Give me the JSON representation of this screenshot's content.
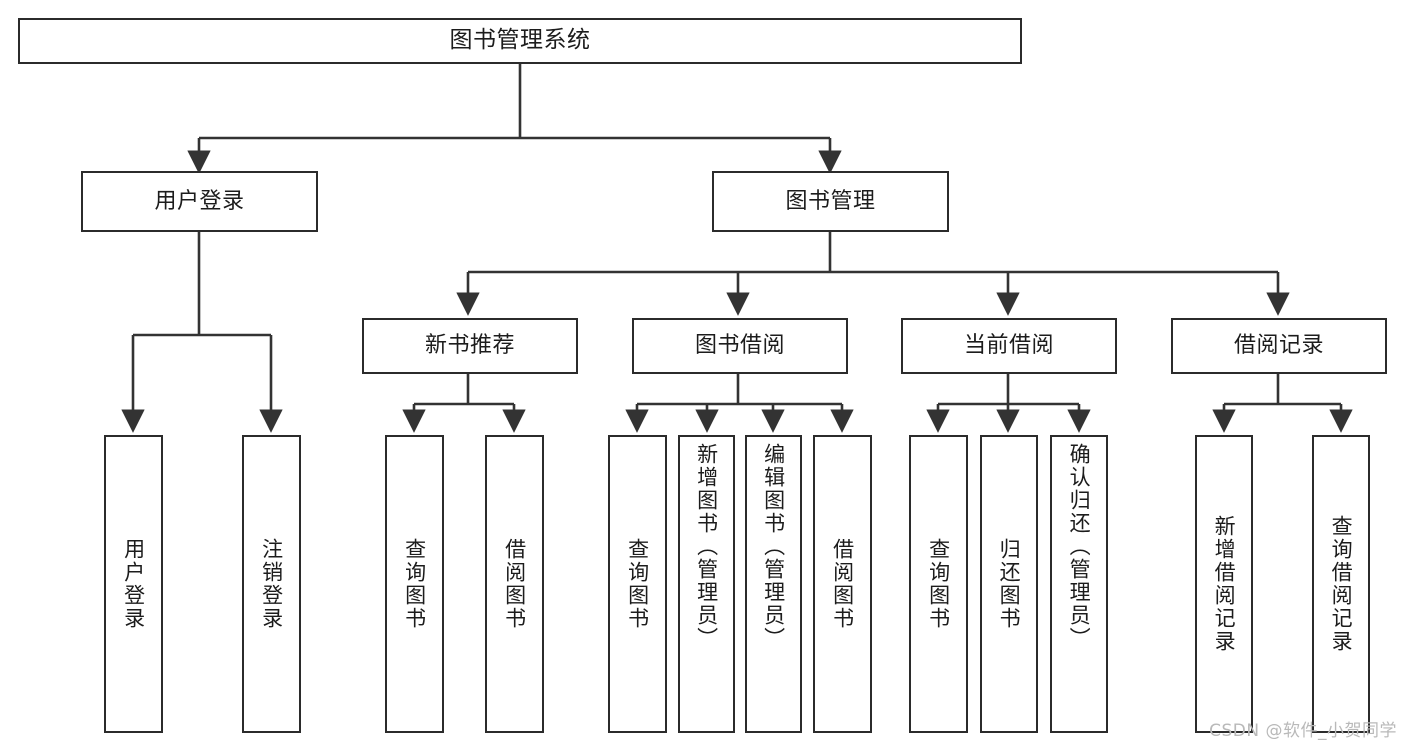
{
  "diagram": {
    "title": "图书管理系统",
    "watermark": "CSDN @软件_小贺同学",
    "colors": {
      "box_border": "#2b2b2b",
      "box_fill": "#ffffff",
      "connector": "#333333",
      "text": "#1c1c1c",
      "watermark": "#b9b9b9",
      "background": "#ffffff"
    },
    "levels": {
      "root": {
        "label": "图书管理系统"
      },
      "level2": [
        {
          "id": "user-login",
          "label": "用户登录"
        },
        {
          "id": "book-management",
          "label": "图书管理"
        }
      ],
      "level3": [
        {
          "id": "new-book-recommend",
          "label": "新书推荐"
        },
        {
          "id": "book-borrow",
          "label": "图书借阅"
        },
        {
          "id": "current-borrow",
          "label": "当前借阅"
        },
        {
          "id": "borrow-record",
          "label": "借阅记录"
        }
      ],
      "leaves": {
        "user_login": [
          {
            "id": "leaf-user-login",
            "label": "用户登录"
          },
          {
            "id": "leaf-logout-login",
            "label": "注销登录"
          }
        ],
        "new_book_recommend": [
          {
            "id": "leaf-query-book-1",
            "label": "查询图书"
          },
          {
            "id": "leaf-borrow-book-1",
            "label": "借阅图书"
          }
        ],
        "book_borrow": [
          {
            "id": "leaf-query-book-2",
            "label": "查询图书"
          },
          {
            "id": "leaf-add-book",
            "label": "新增图书（管理员）"
          },
          {
            "id": "leaf-edit-book",
            "label": "编辑图书（管理员）"
          },
          {
            "id": "leaf-borrow-book-2",
            "label": "借阅图书"
          }
        ],
        "current_borrow": [
          {
            "id": "leaf-query-book-3",
            "label": "查询图书"
          },
          {
            "id": "leaf-return-book",
            "label": "归还图书"
          },
          {
            "id": "leaf-confirm-return",
            "label": "确认归还（管理员）"
          }
        ],
        "borrow_record": [
          {
            "id": "leaf-add-borrow-record",
            "label": "新增借阅记录"
          },
          {
            "id": "leaf-query-borrow-record",
            "label": "查询借阅记录"
          }
        ]
      }
    }
  }
}
